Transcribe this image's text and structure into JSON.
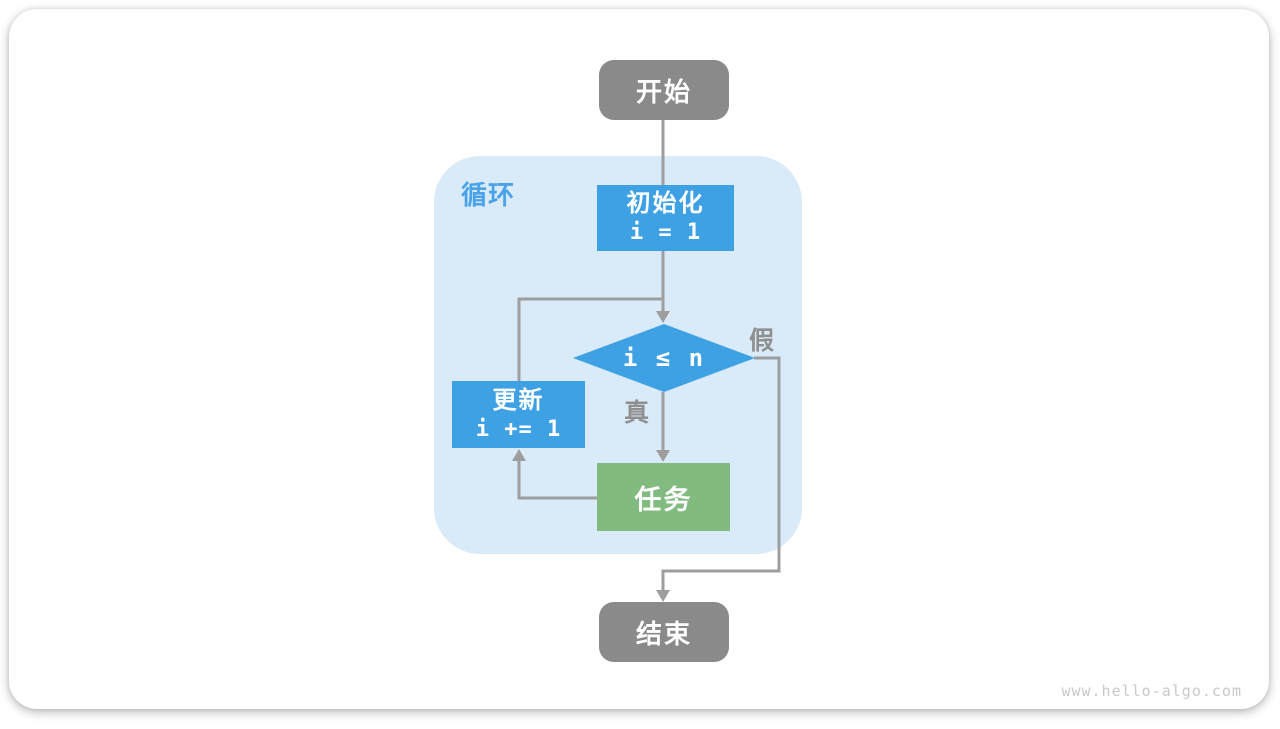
{
  "page": {
    "watermark": "www.hello-algo.com"
  },
  "flowchart": {
    "loop_region_label": "循环",
    "nodes": {
      "start": {
        "label": "开始"
      },
      "init": {
        "line1": "初始化",
        "line2": "i = 1"
      },
      "condition": {
        "label": "i ≤ n"
      },
      "update": {
        "line1": "更新",
        "line2": "i += 1"
      },
      "task": {
        "label": "任务"
      },
      "end": {
        "label": "结束"
      }
    },
    "edge_labels": {
      "true_branch": "真",
      "false_branch": "假"
    },
    "colors": {
      "node_blue": "#3EA1E4",
      "node_green": "#82BB80",
      "node_gray": "#8A8A8A",
      "loop_region_bg": "#D9EAF8",
      "connector_gray": "#9E9E9E",
      "loop_label_blue": "#4AA3E8",
      "edge_label_gray": "#8F8F8F",
      "watermark_gray": "#C9C9C9"
    }
  }
}
